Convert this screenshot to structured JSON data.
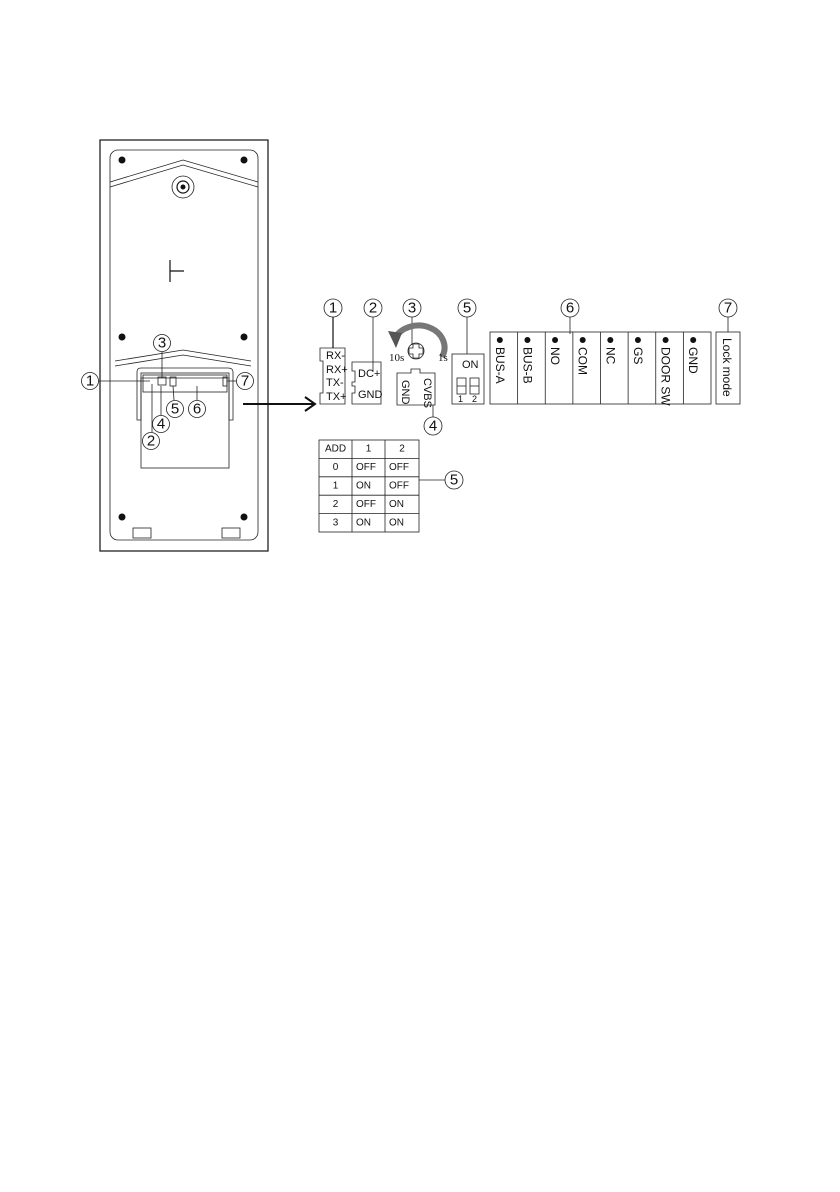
{
  "callouts": {
    "c1": "1",
    "c2": "2",
    "c3": "3",
    "c4": "4",
    "c5": "5",
    "c6": "6",
    "c7": "7"
  },
  "connector1": {
    "pins": [
      "RX-",
      "RX+",
      "TX-",
      "TX+"
    ]
  },
  "connector2": {
    "pins": [
      "DC+",
      "GND"
    ]
  },
  "potentiometer": {
    "left": "10s",
    "right": "1s"
  },
  "connector4": {
    "pins": [
      "GND",
      "CVBS"
    ]
  },
  "dip_switch": {
    "on": "ON",
    "sw1": "1",
    "sw2": "2"
  },
  "terminal_block": {
    "pins": [
      "BUS-A",
      "BUS-B",
      "NO",
      "COM",
      "NC",
      "GS",
      "DOOR SW",
      "GND"
    ]
  },
  "lock_mode": "Lock mode",
  "address_table": {
    "headers": [
      "ADD",
      "1",
      "2"
    ],
    "rows": [
      [
        "0",
        "OFF",
        "OFF"
      ],
      [
        "1",
        "ON",
        "OFF"
      ],
      [
        "2",
        "OFF",
        "ON"
      ],
      [
        "3",
        "ON",
        "ON"
      ]
    ]
  }
}
